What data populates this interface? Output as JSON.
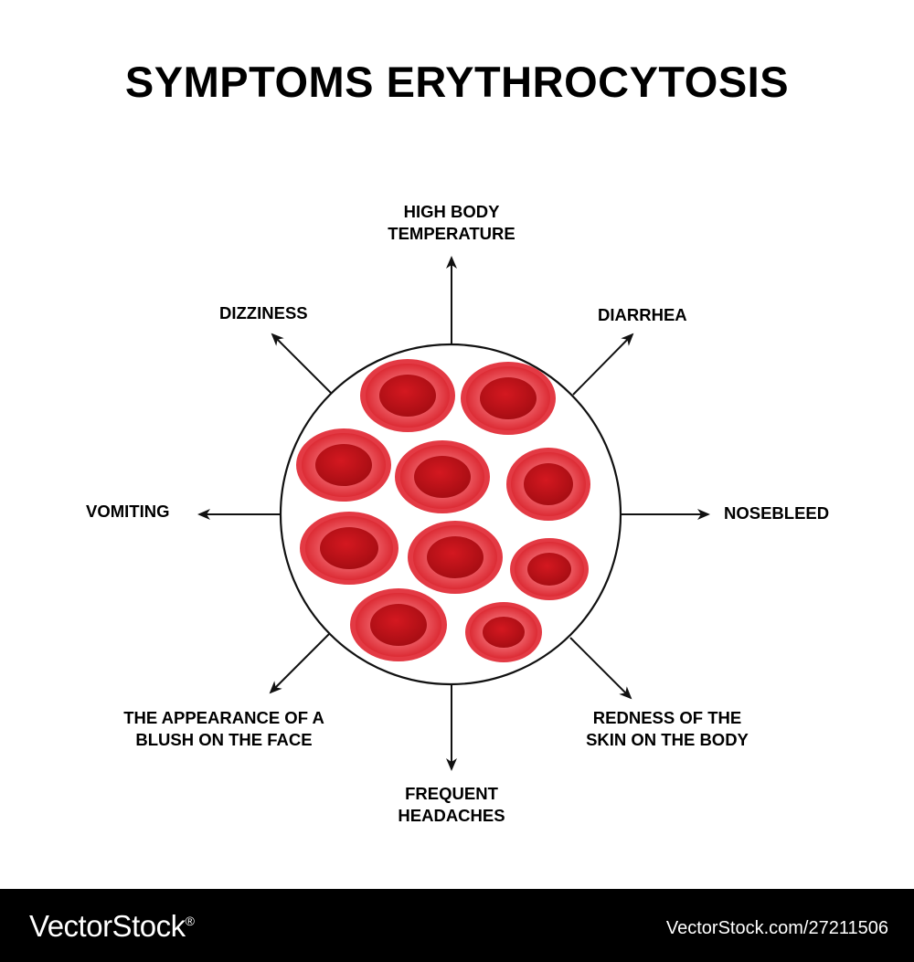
{
  "title": "SYMPTOMS ERYTHROCYTOSIS",
  "labels": {
    "top": "HIGH BODY\nTEMPERATURE",
    "top_right": "DIARRHEA",
    "right": "NOSEBLEED",
    "bottom_right": "REDNESS OF THE\nSKIN ON THE BODY",
    "bottom": "FREQUENT\nHEADACHES",
    "bottom_left": "THE APPEARANCE OF A\nBLUSH ON THE FACE",
    "left": "VOMITING",
    "top_left": "DIZZINESS"
  },
  "colors": {
    "cell_outer": "#e8454f",
    "cell_ring": "#f58a8f",
    "cell_core": "#c4131b",
    "arrow": "#111111",
    "footer_bg": "#000000"
  },
  "footer": {
    "brand": "VectorStock",
    "registered": "®",
    "stock_id": "VectorStock.com/27211506"
  }
}
